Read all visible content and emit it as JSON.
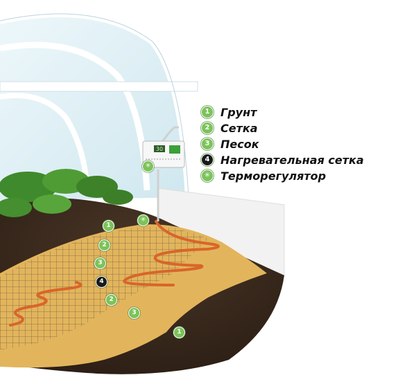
{
  "legend": [
    {
      "marker": "1",
      "label": "Грунт",
      "color": "#7cc35a"
    },
    {
      "marker": "2",
      "label": "Сетка",
      "color": "#7cc35a"
    },
    {
      "marker": "3",
      "label": "Песок",
      "color": "#7cc35a"
    },
    {
      "marker": "4",
      "label": "Нагревательная сетка",
      "color": "#1a1a1a"
    },
    {
      "marker": "✳",
      "label": "Терморегулятор",
      "color": "#7cc35a"
    }
  ],
  "thermostat_display": "30",
  "colors": {
    "soil": "#3a2a1d",
    "sand": "#e2b55c",
    "cable": "#d9652a",
    "glass": "#d8ecf3",
    "wall": "#f2f2f2"
  }
}
